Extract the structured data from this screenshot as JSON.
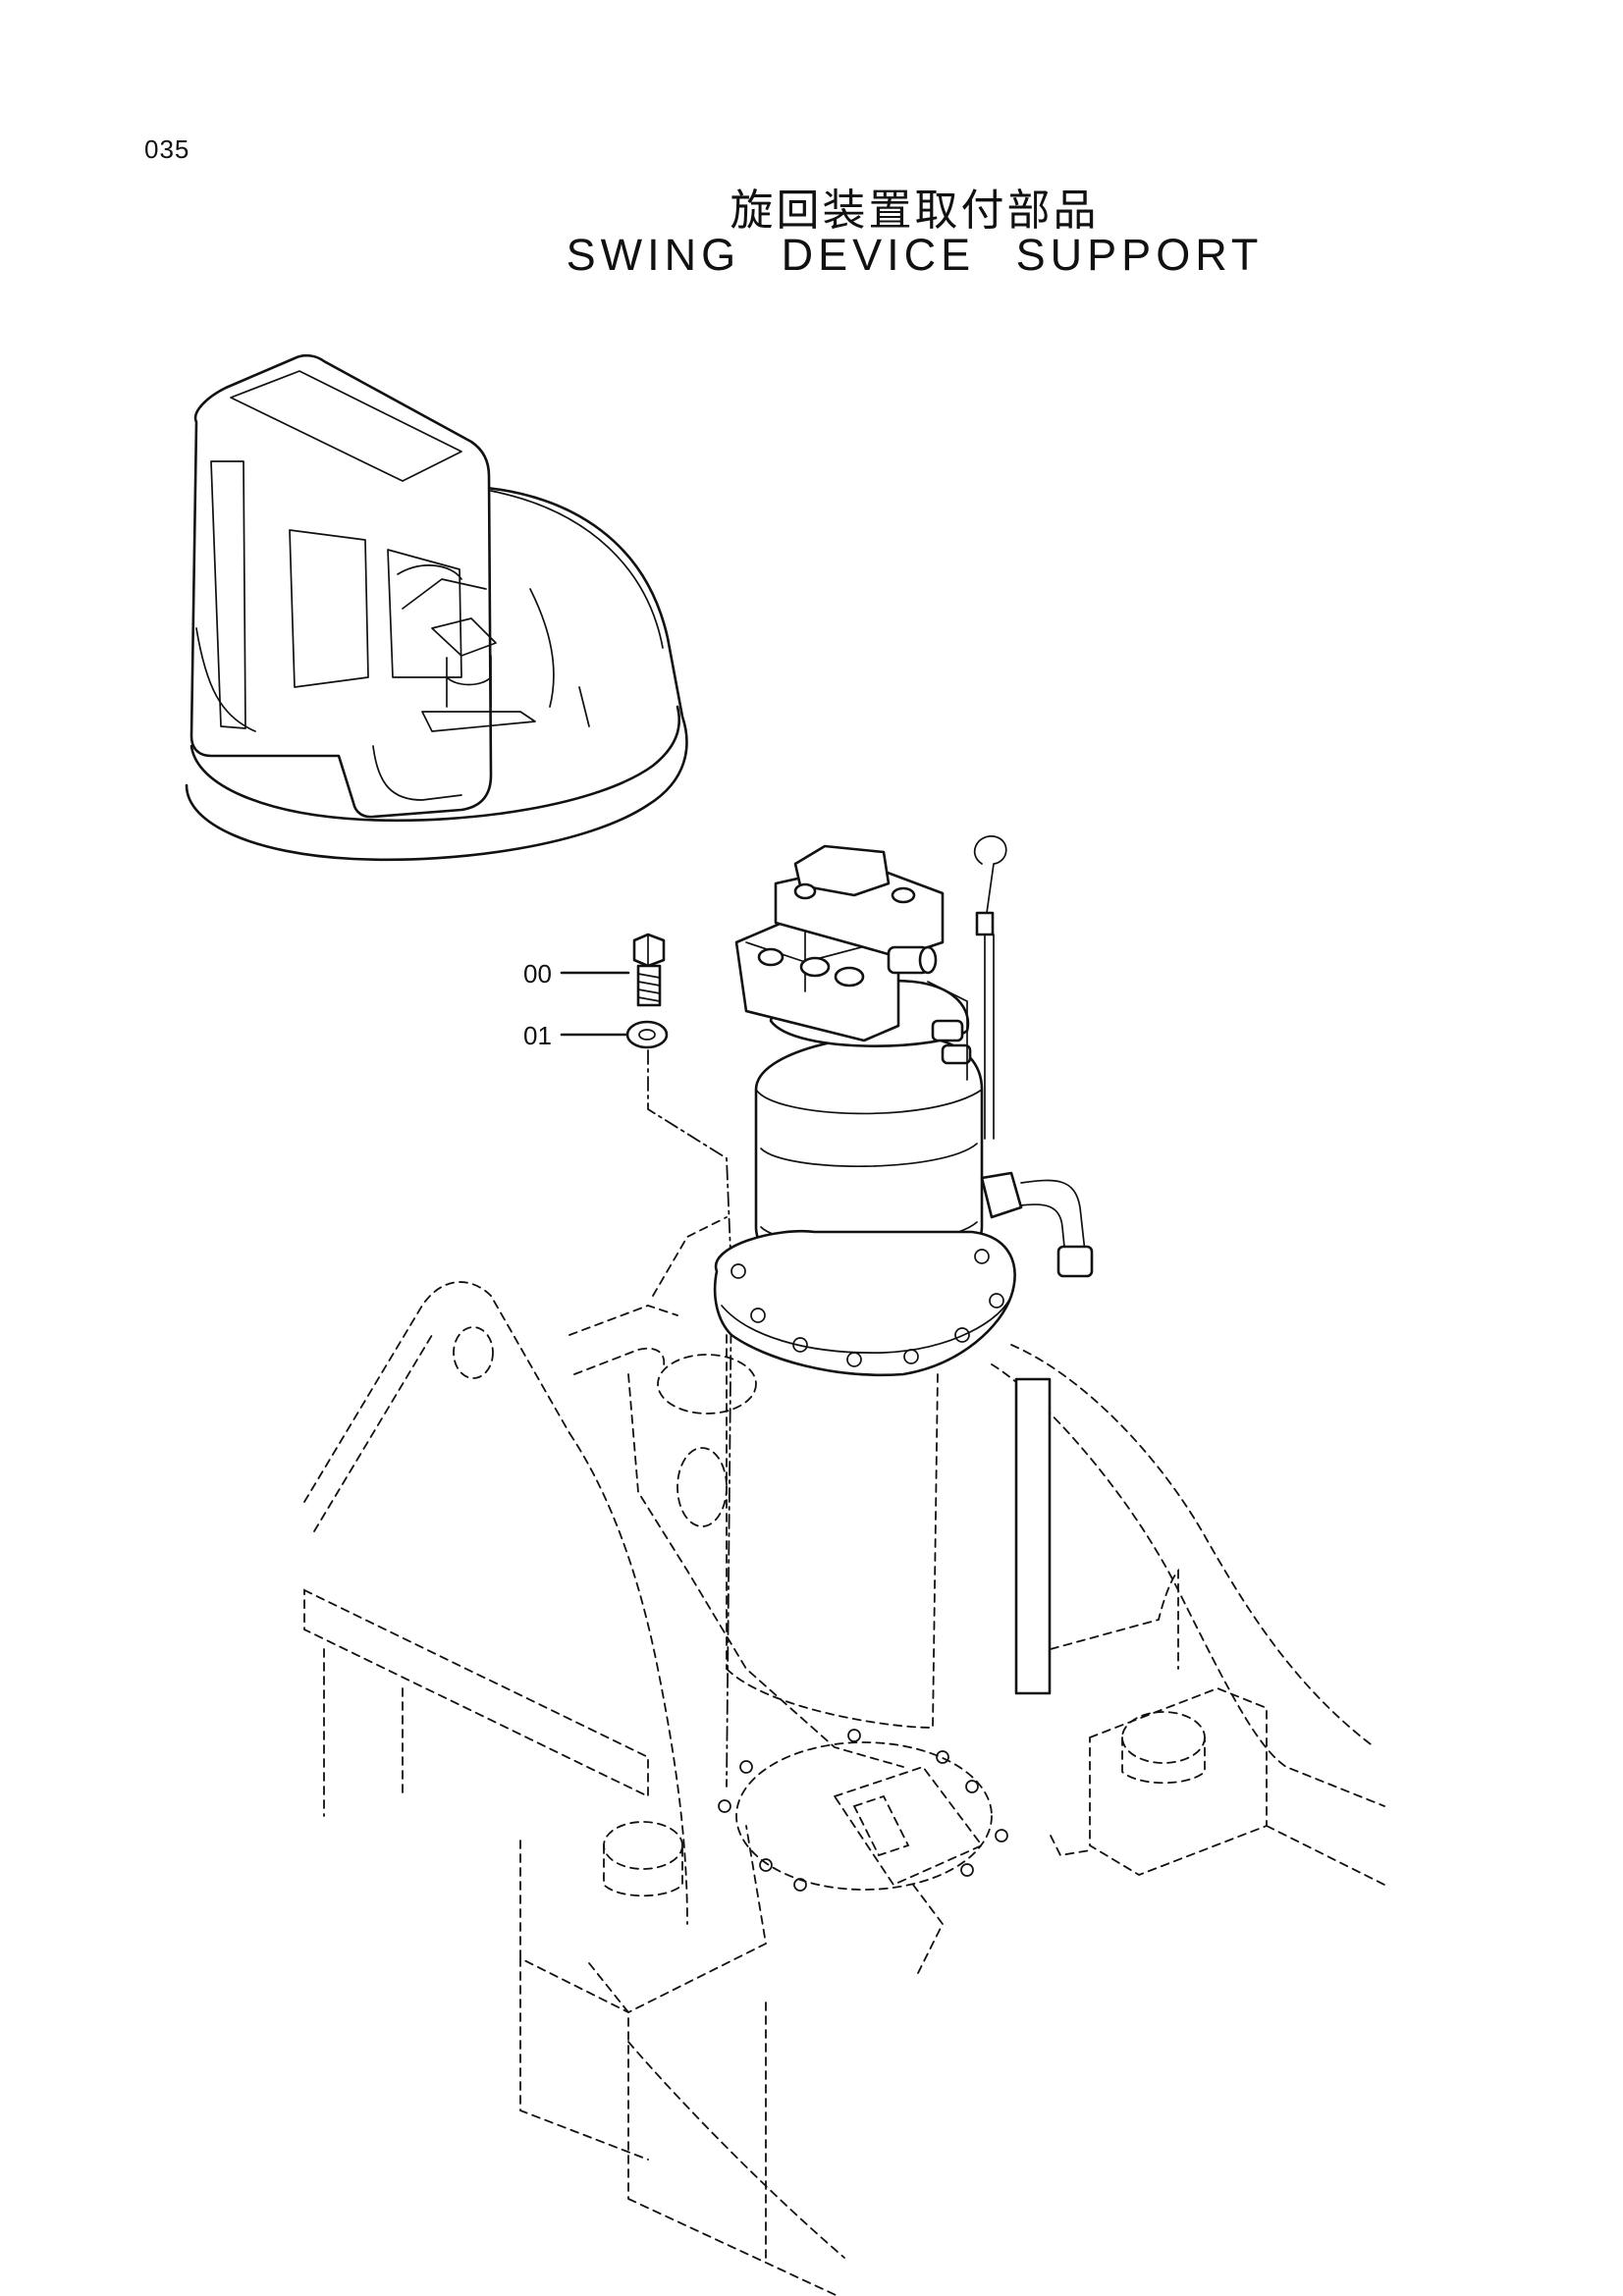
{
  "page": {
    "number": "035"
  },
  "title": {
    "japanese": "旋回装置取付部品",
    "english": "SWING DEVICE SUPPORT"
  },
  "callouts": [
    {
      "label": "00",
      "part": "bolt"
    },
    {
      "label": "01",
      "part": "washer"
    }
  ],
  "icons": [
    "excavator-overview-icon",
    "swing-motor-icon",
    "bolt-icon",
    "washer-icon",
    "upper-frame-icon"
  ],
  "colors": {
    "ink": "#111111",
    "paper": "#ffffff"
  }
}
